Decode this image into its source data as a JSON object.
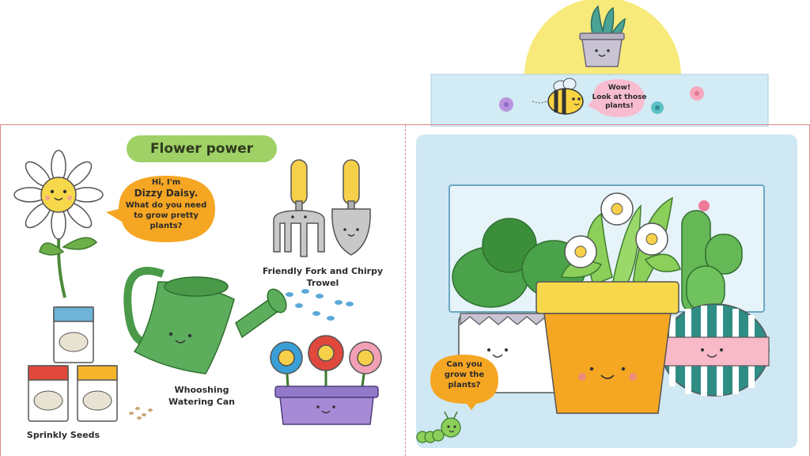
{
  "title": "Flower power",
  "daisy_speech": {
    "line1": "Hi, I'm",
    "line2": "Dizzy Daisy.",
    "line3": "What do you need",
    "line4": "to grow pretty",
    "line5": "plants?"
  },
  "labels": {
    "fork_trowel": "Friendly Fork and Chirpy Trowel",
    "watering_can_line1": "Whooshing",
    "watering_can_line2": "Watering Can",
    "seeds": "Sprinkly Seeds"
  },
  "bee_speech": {
    "line1": "Wow!",
    "line2": "Look at those",
    "line3": "plants!"
  },
  "caterpillar_speech": {
    "line1": "Can you",
    "line2": "grow the",
    "line3": "plants?"
  },
  "colors": {
    "title_pill": "#9fd166",
    "speech_orange": "#f5a623",
    "bee_bubble": "#f8bcd0",
    "window_blue": "#cfe8f3",
    "tab_yellow": "#f7ea7a"
  }
}
